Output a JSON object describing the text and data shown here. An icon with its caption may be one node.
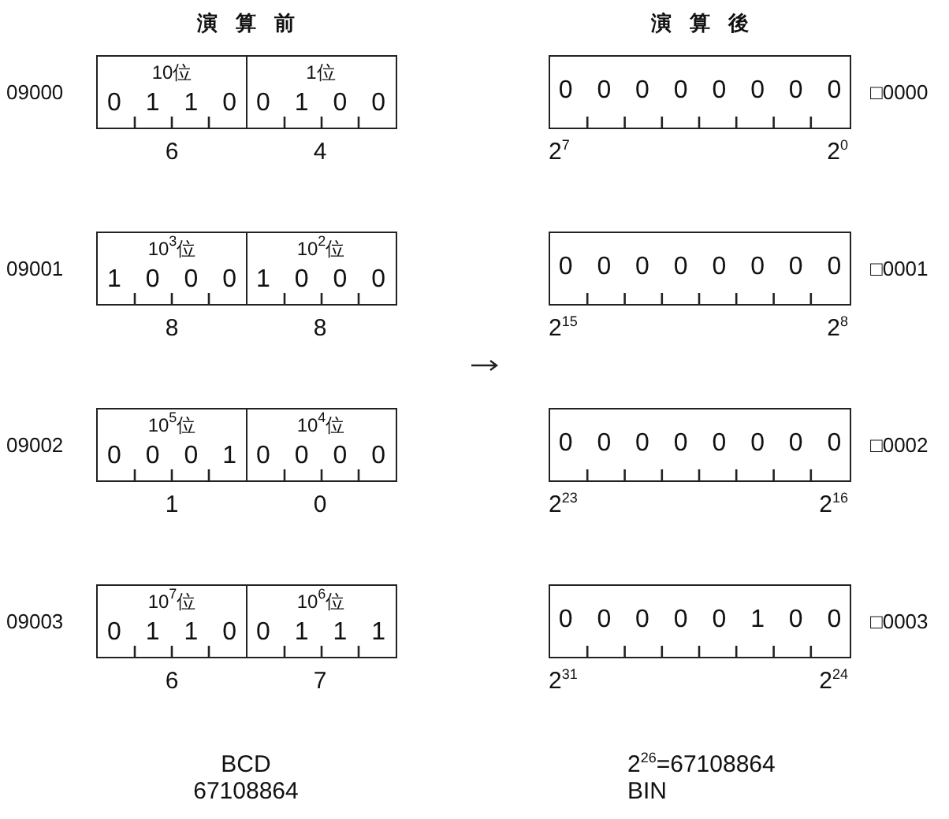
{
  "diagram": {
    "nodes": [
      {
        "text": [],
        "shape": "box",
        "beside": [
          "09000"
        ]
      },
      {
        "text": [
          "10位",
          "0 1 1 0"
        ],
        "in": 0,
        "beside": [
          "6"
        ]
      },
      {
        "text": [
          "1位",
          "0 1 0 0"
        ],
        "in": 0,
        "beside": [
          "4"
        ]
      },
      {
        "text": [
          "0 0 0 0 0 0 0 0"
        ],
        "beside": [
          "2$^{7}$",
          "2$^{0}$",
          "□0000"
        ]
      },
      {
        "text": [],
        "shape": "box",
        "beside": [
          "09001"
        ]
      },
      {
        "text": [
          "10$^{3}$位",
          "1 0 0 0"
        ],
        "in": 4,
        "beside": [
          "8"
        ]
      },
      {
        "text": [
          "10$^{2}$位",
          "1 0 0 0"
        ],
        "in": 4,
        "beside": [
          "8"
        ]
      },
      {
        "text": [
          "0 0 0 0 0 0 0 0"
        ],
        "beside": [
          "2$^{15}$",
          "2$^{8}$",
          "□0001"
        ]
      },
      {
        "text": [],
        "shape": "box",
        "beside": [
          "09002"
        ]
      },
      {
        "text": [
          "10$^{5}$位",
          "0 0 0 1"
        ],
        "in": 8,
        "beside": [
          "1"
        ]
      },
      {
        "text": [
          "10$^{4}$位",
          "0 0 0 0"
        ],
        "in": 8,
        "beside": [
          "0"
        ]
      },
      {
        "text": [
          "0 0 0 0 0 0 0 0"
        ],
        "beside": [
          "2$^{23}$",
          "2$^{16}$",
          "□0002"
        ]
      },
      {
        "text": [],
        "shape": "box",
        "beside": [
          "09003"
        ]
      },
      {
        "text": [
          "10$^{7}$位",
          "0 1 1 0"
        ],
        "in": 12,
        "beside": [
          "6"
        ]
      },
      {
        "text": [
          "10$^{6}$位",
          "0 1 1 1"
        ],
        "in": 12,
        "beside": [
          "7"
        ]
      },
      {
        "text": [
          "0 0 0 0 0 1 0 0"
        ],
        "beside": [
          "2$^{31}$",
          "2$^{24}$",
          "□0003"
        ]
      }
    ],
    "labels": [
      "演 算 前",
      "演 算 後",
      "BCD",
      "2$^{26}$=67108864",
      "67108864",
      "BIN"
    ]
  }
}
